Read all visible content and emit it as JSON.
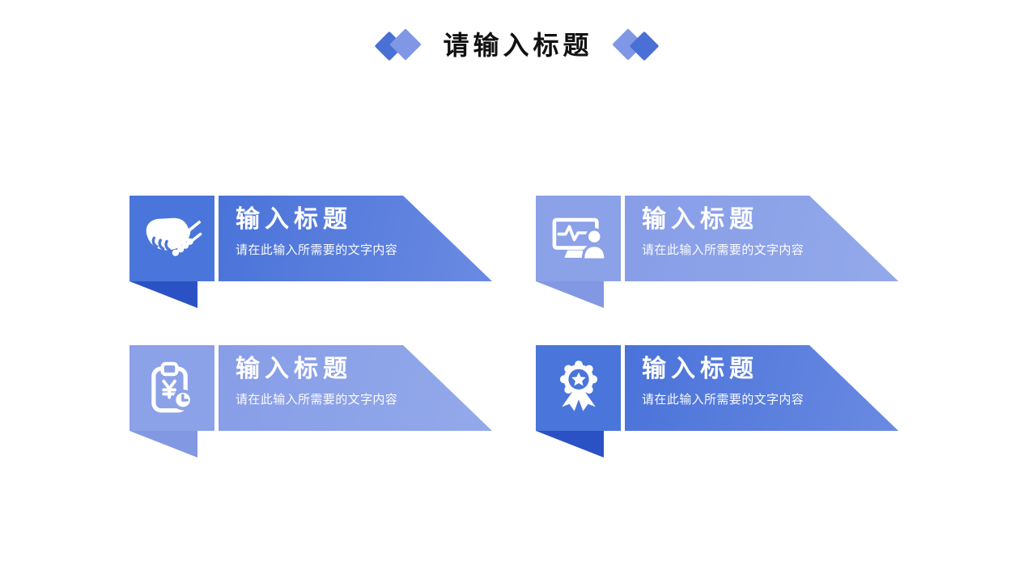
{
  "header": {
    "title": "请输入标题",
    "decoration": "double-diamond",
    "diamond_colors": {
      "dark": "#4a70d5",
      "light": "#7f97e5"
    }
  },
  "cards": [
    {
      "icon": "handshake-icon",
      "title": "输入标题",
      "description": "请在此输入所需要的文字内容",
      "variant": "dark"
    },
    {
      "icon": "presentation-person-icon",
      "title": "输入标题",
      "description": "请在此输入所需要的文字内容",
      "variant": "light"
    },
    {
      "icon": "clipboard-yen-clock-icon",
      "title": "输入标题",
      "description": "请在此输入所需要的文字内容",
      "variant": "light"
    },
    {
      "icon": "award-medal-icon",
      "title": "输入标题",
      "description": "请在此输入所需要的文字内容",
      "variant": "dark"
    }
  ],
  "colors": {
    "background": "#ffffff",
    "title_text": "#111111",
    "dark_box": "#4a75da",
    "dark_fold": "#2b52c4",
    "dark_banner_start": "#4a73d9",
    "dark_banner_end": "#6b8be2",
    "light_box": "#8ba1e8",
    "light_fold": "#8298e2",
    "light_banner_start": "#879de7",
    "light_banner_end": "#93a9ea",
    "text_on_banner": "#ffffff"
  }
}
